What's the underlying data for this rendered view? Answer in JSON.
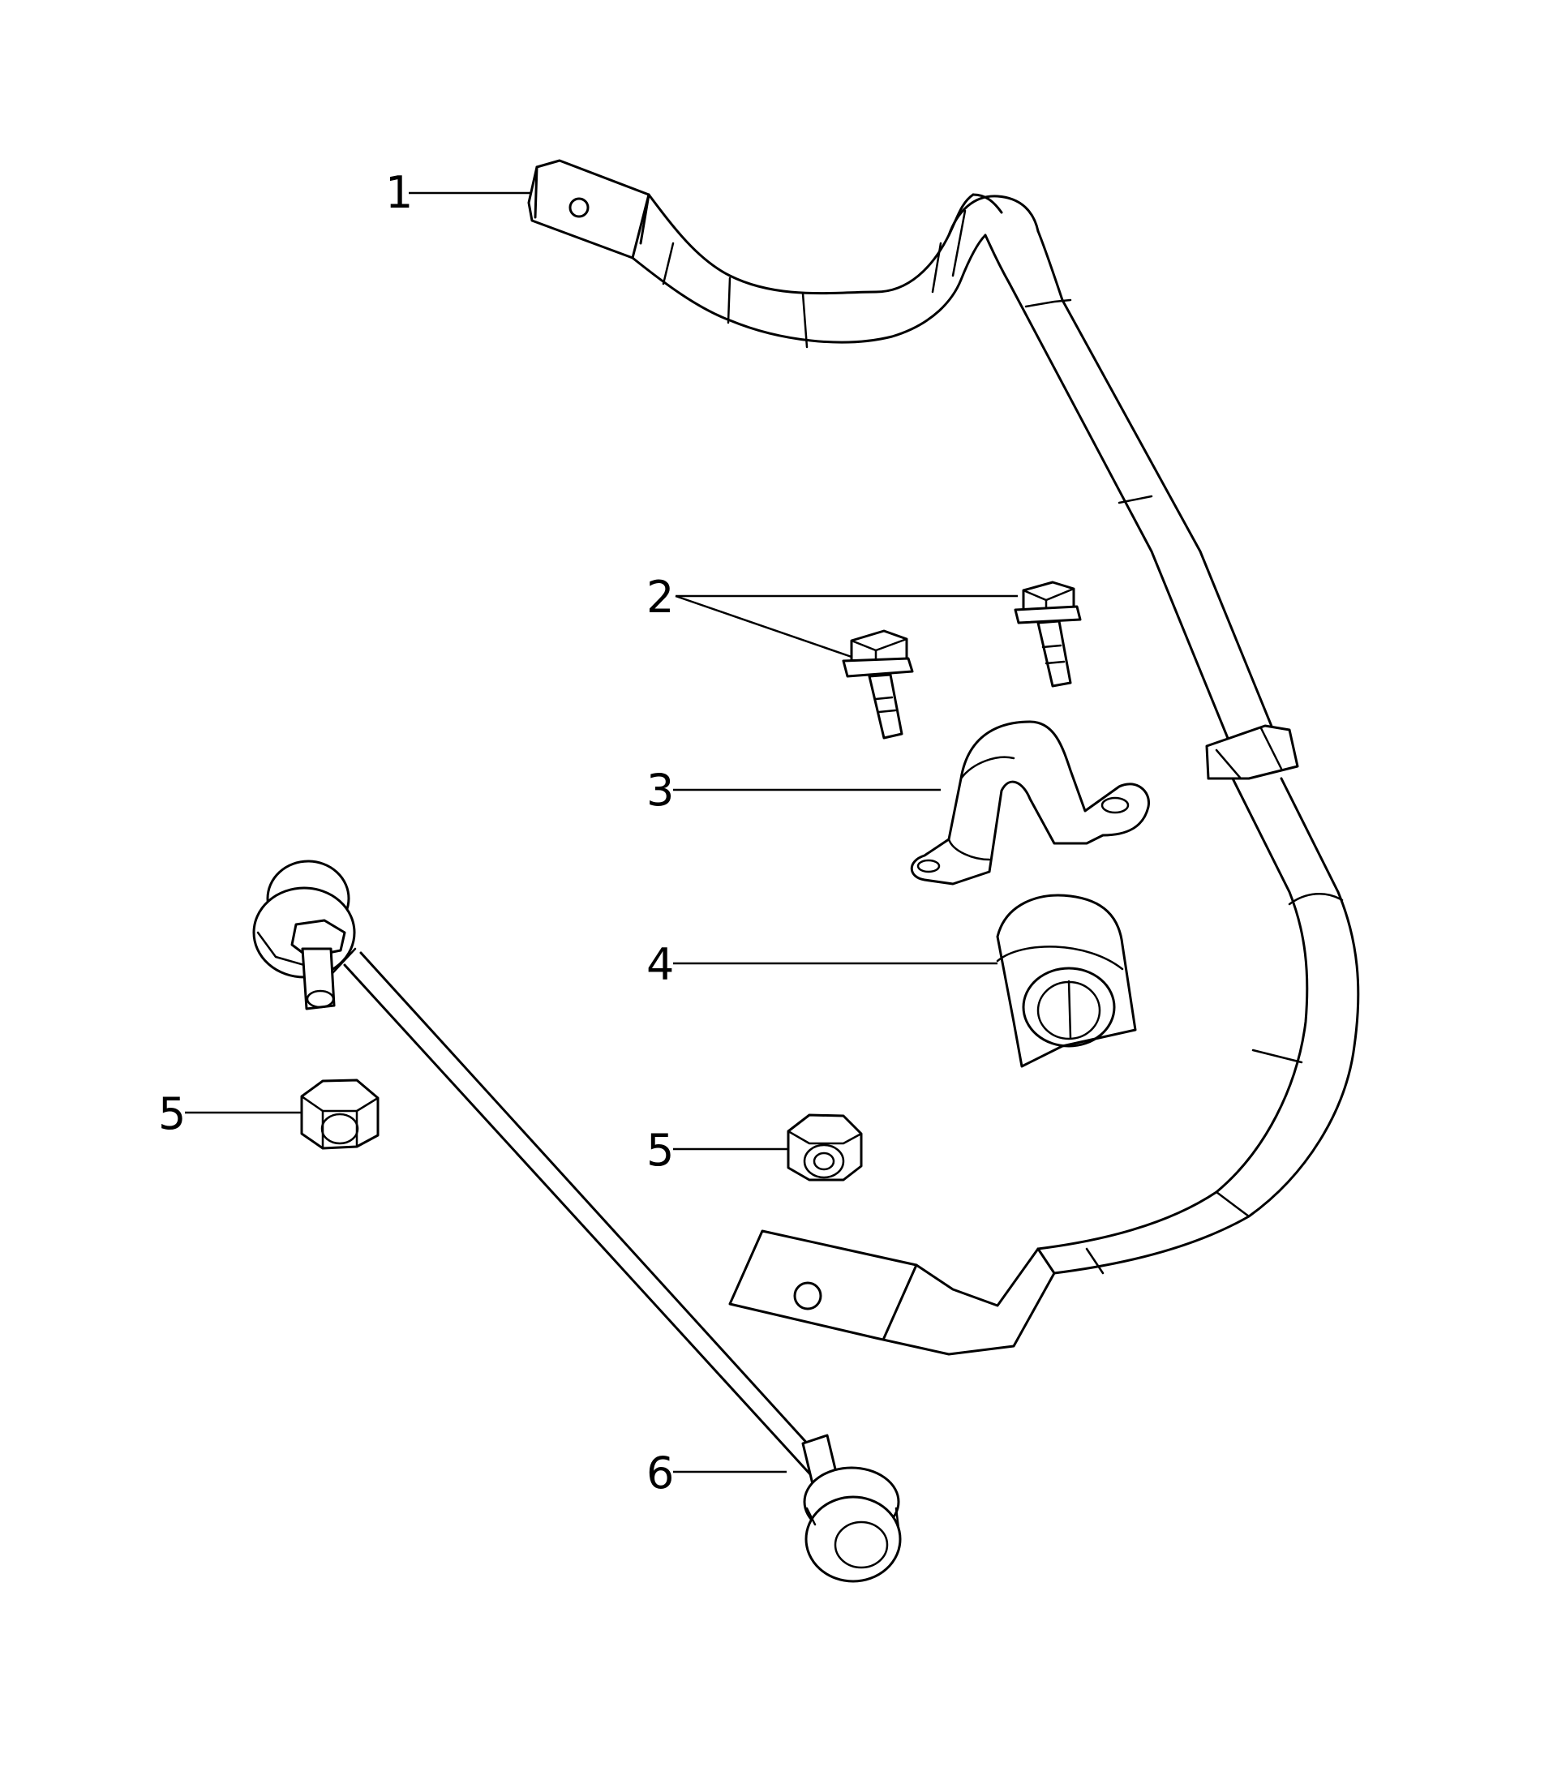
{
  "callouts": [
    {
      "id": "c1",
      "number": "1",
      "part": "stabilizer-bar"
    },
    {
      "id": "c2",
      "number": "2",
      "part": "bolt"
    },
    {
      "id": "c3",
      "number": "3",
      "part": "bushing-retainer"
    },
    {
      "id": "c4",
      "number": "4",
      "part": "bushing"
    },
    {
      "id": "c5a",
      "number": "5",
      "part": "nut"
    },
    {
      "id": "c5b",
      "number": "5",
      "part": "nut"
    },
    {
      "id": "c6",
      "number": "6",
      "part": "stabilizer-link"
    }
  ]
}
